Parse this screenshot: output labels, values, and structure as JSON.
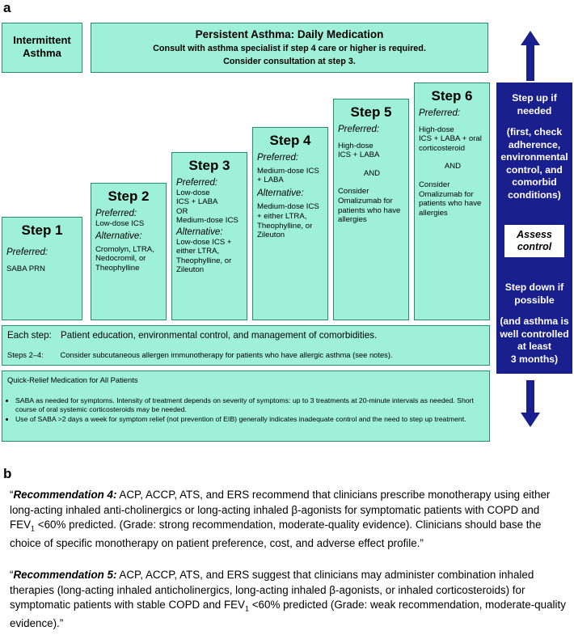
{
  "panel_a_label": "a",
  "panel_b_label": "b",
  "intermittent": {
    "line1": "Intermittent",
    "line2": "Asthma"
  },
  "persistent": {
    "title": "Persistent Asthma: Daily Medication",
    "line1": "Consult with asthma specialist if step 4 care or higher is required.",
    "line2": "Consider consultation at step 3."
  },
  "steps": [
    {
      "title": "Step 1",
      "preferred_label": "Preferred:",
      "preferred": [
        "SABA PRN"
      ]
    },
    {
      "title": "Step 2",
      "preferred_label": "Preferred:",
      "preferred": [
        "Low-dose ICS"
      ],
      "alternative_label": "Alternative:",
      "alternative": [
        "Cromolyn, LTRA,",
        "Nedocromil, or",
        "Theophylline"
      ]
    },
    {
      "title": "Step 3",
      "preferred_label": "Preferred:",
      "preferred": [
        "Low-dose",
        "ICS + LABA",
        "OR",
        "Medium-dose ICS"
      ],
      "alternative_label": "Alternative:",
      "alternative": [
        "Low-dose ICS +",
        "either LTRA,",
        "Theophylline, or",
        "Zileuton"
      ]
    },
    {
      "title": "Step 4",
      "preferred_label": "Preferred:",
      "preferred": [
        "Medium-dose ICS",
        "+ LABA"
      ],
      "alternative_label": "Alternative:",
      "alternative": [
        "Medium-dose ICS",
        "+ either LTRA,",
        "Theophylline, or",
        "Zileuton"
      ]
    },
    {
      "title": "Step 5",
      "preferred_label": "Preferred:",
      "preferred": [
        "High-dose",
        "ICS + LABA"
      ],
      "and": "AND",
      "consider": [
        "Consider",
        "Omalizumab for",
        "patients who have",
        "allergies"
      ]
    },
    {
      "title": "Step 6",
      "preferred_label": "Preferred:",
      "preferred": [
        "High-dose",
        "ICS + LABA + oral",
        "corticosteroid"
      ],
      "and": "AND",
      "consider": [
        "Consider",
        "Omalizumab for",
        "patients who have",
        "allergies"
      ]
    }
  ],
  "each_step": {
    "label": "Each step:",
    "text": "Patient education, environmental control, and management of comorbidities.",
    "label2": "Steps 2–4:",
    "text2": "Consider subcutaneous allergen immunotherapy for patients who have allergic asthma (see notes)."
  },
  "quick_relief": {
    "title": "Quick-Relief Medication for All Patients",
    "bullet1": "SABA as needed for symptoms. Intensity of treatment depends on severity of symptoms: up to 3 treatments at 20-minute intervals as needed.  Short course of oral systemic corticosteroids may be needed.",
    "bullet2": "Use of SABA >2 days a week for symptom relief (not prevention of EIB) generally indicates inadequate control and the need to step up treatment."
  },
  "right_panel": {
    "step_up": [
      "Step up if",
      "needed"
    ],
    "step_up_detail": [
      "(first, check",
      "adherence,",
      "environmental",
      "control, and",
      "comorbid",
      "conditions)"
    ],
    "assess": [
      "Assess",
      "control"
    ],
    "step_down": [
      "Step down if",
      "possible"
    ],
    "step_down_detail": [
      "(and asthma is",
      "well controlled",
      "at least",
      "3 months)"
    ]
  },
  "rec4": {
    "open_quote": "“",
    "label": "Recommendation 4:",
    "text_a": " ACP, ACCP, ATS, and ERS recommend that clinicians prescribe monotherapy using either long-acting inhaled anti-cholinergics or long-acting inhaled β-agonists for symptomatic patients with COPD and FEV",
    "sub": "1",
    "text_b": " <60% predicted. (Grade: strong recommendation, moderate-quality evidence). Clinicians should base the choice of specific monotherapy on patient preference, cost, and adverse effect profile.”"
  },
  "rec5": {
    "open_quote": "“",
    "label": "Recommendation 5:",
    "text_a": " ACP, ACCP, ATS, and ERS suggest that clinicians may administer combination inhaled therapies (long-acting inhaled anticholinergics, long-acting inhaled β-agonists, or inhaled corticosteroids) for symptomatic patients with stable COPD and FEV",
    "sub": "1",
    "text_b": " <60% predicted (Grade: weak recommendation, moderate-quality evidence).”"
  },
  "colors": {
    "box_fill": "#9ff0d8",
    "box_border": "#2a8a6e",
    "panel_blue": "#1a1f8e"
  }
}
